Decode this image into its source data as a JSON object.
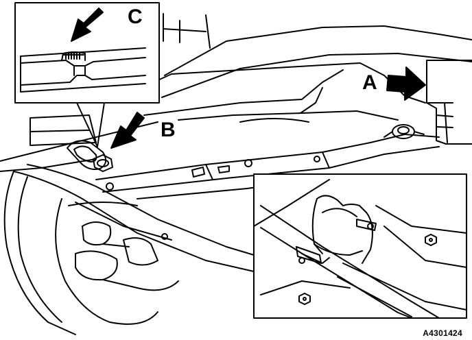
{
  "labels": {
    "a": "A",
    "b": "B",
    "c": "C"
  },
  "figure_id": "A4301424",
  "colors": {
    "ink": "#000000",
    "paper": "#ffffff"
  }
}
